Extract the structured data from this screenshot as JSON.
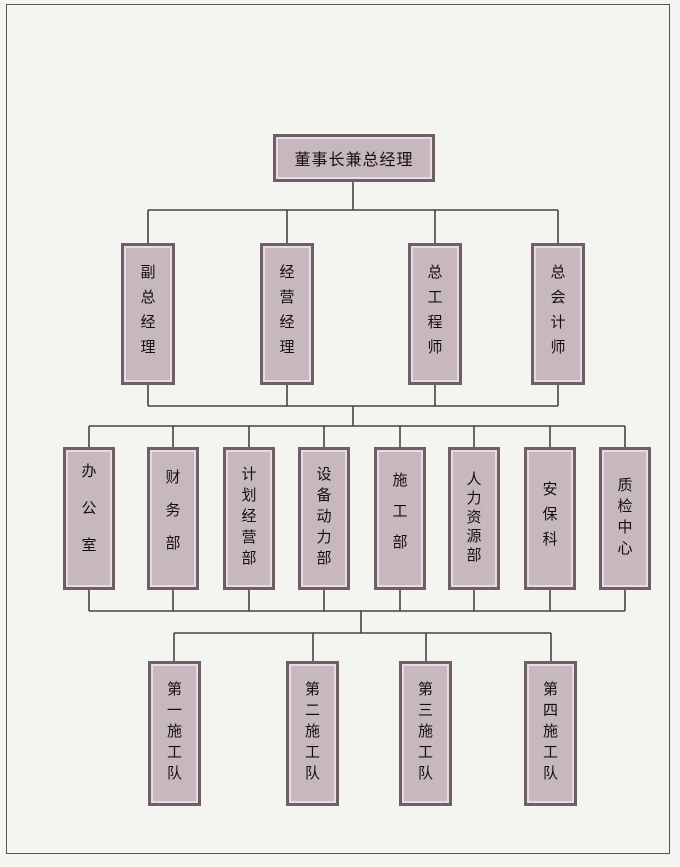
{
  "org_chart": {
    "top": {
      "label": "董事长兼总经理"
    },
    "level2": [
      {
        "label": "副总经理"
      },
      {
        "label": "经营经理"
      },
      {
        "label": "总工程师"
      },
      {
        "label": "总会计师"
      }
    ],
    "level3": [
      {
        "label": "办公室"
      },
      {
        "label": "财务部"
      },
      {
        "label": "计划经营部"
      },
      {
        "label": "设备动力部"
      },
      {
        "label": "施工部"
      },
      {
        "label": "人力资源部"
      },
      {
        "label": "安保科"
      },
      {
        "label": "质检中心"
      }
    ],
    "level4": [
      {
        "label": "第一施工队"
      },
      {
        "label": "第二施工队"
      },
      {
        "label": "第三施工队"
      },
      {
        "label": "第四施工队"
      }
    ]
  }
}
